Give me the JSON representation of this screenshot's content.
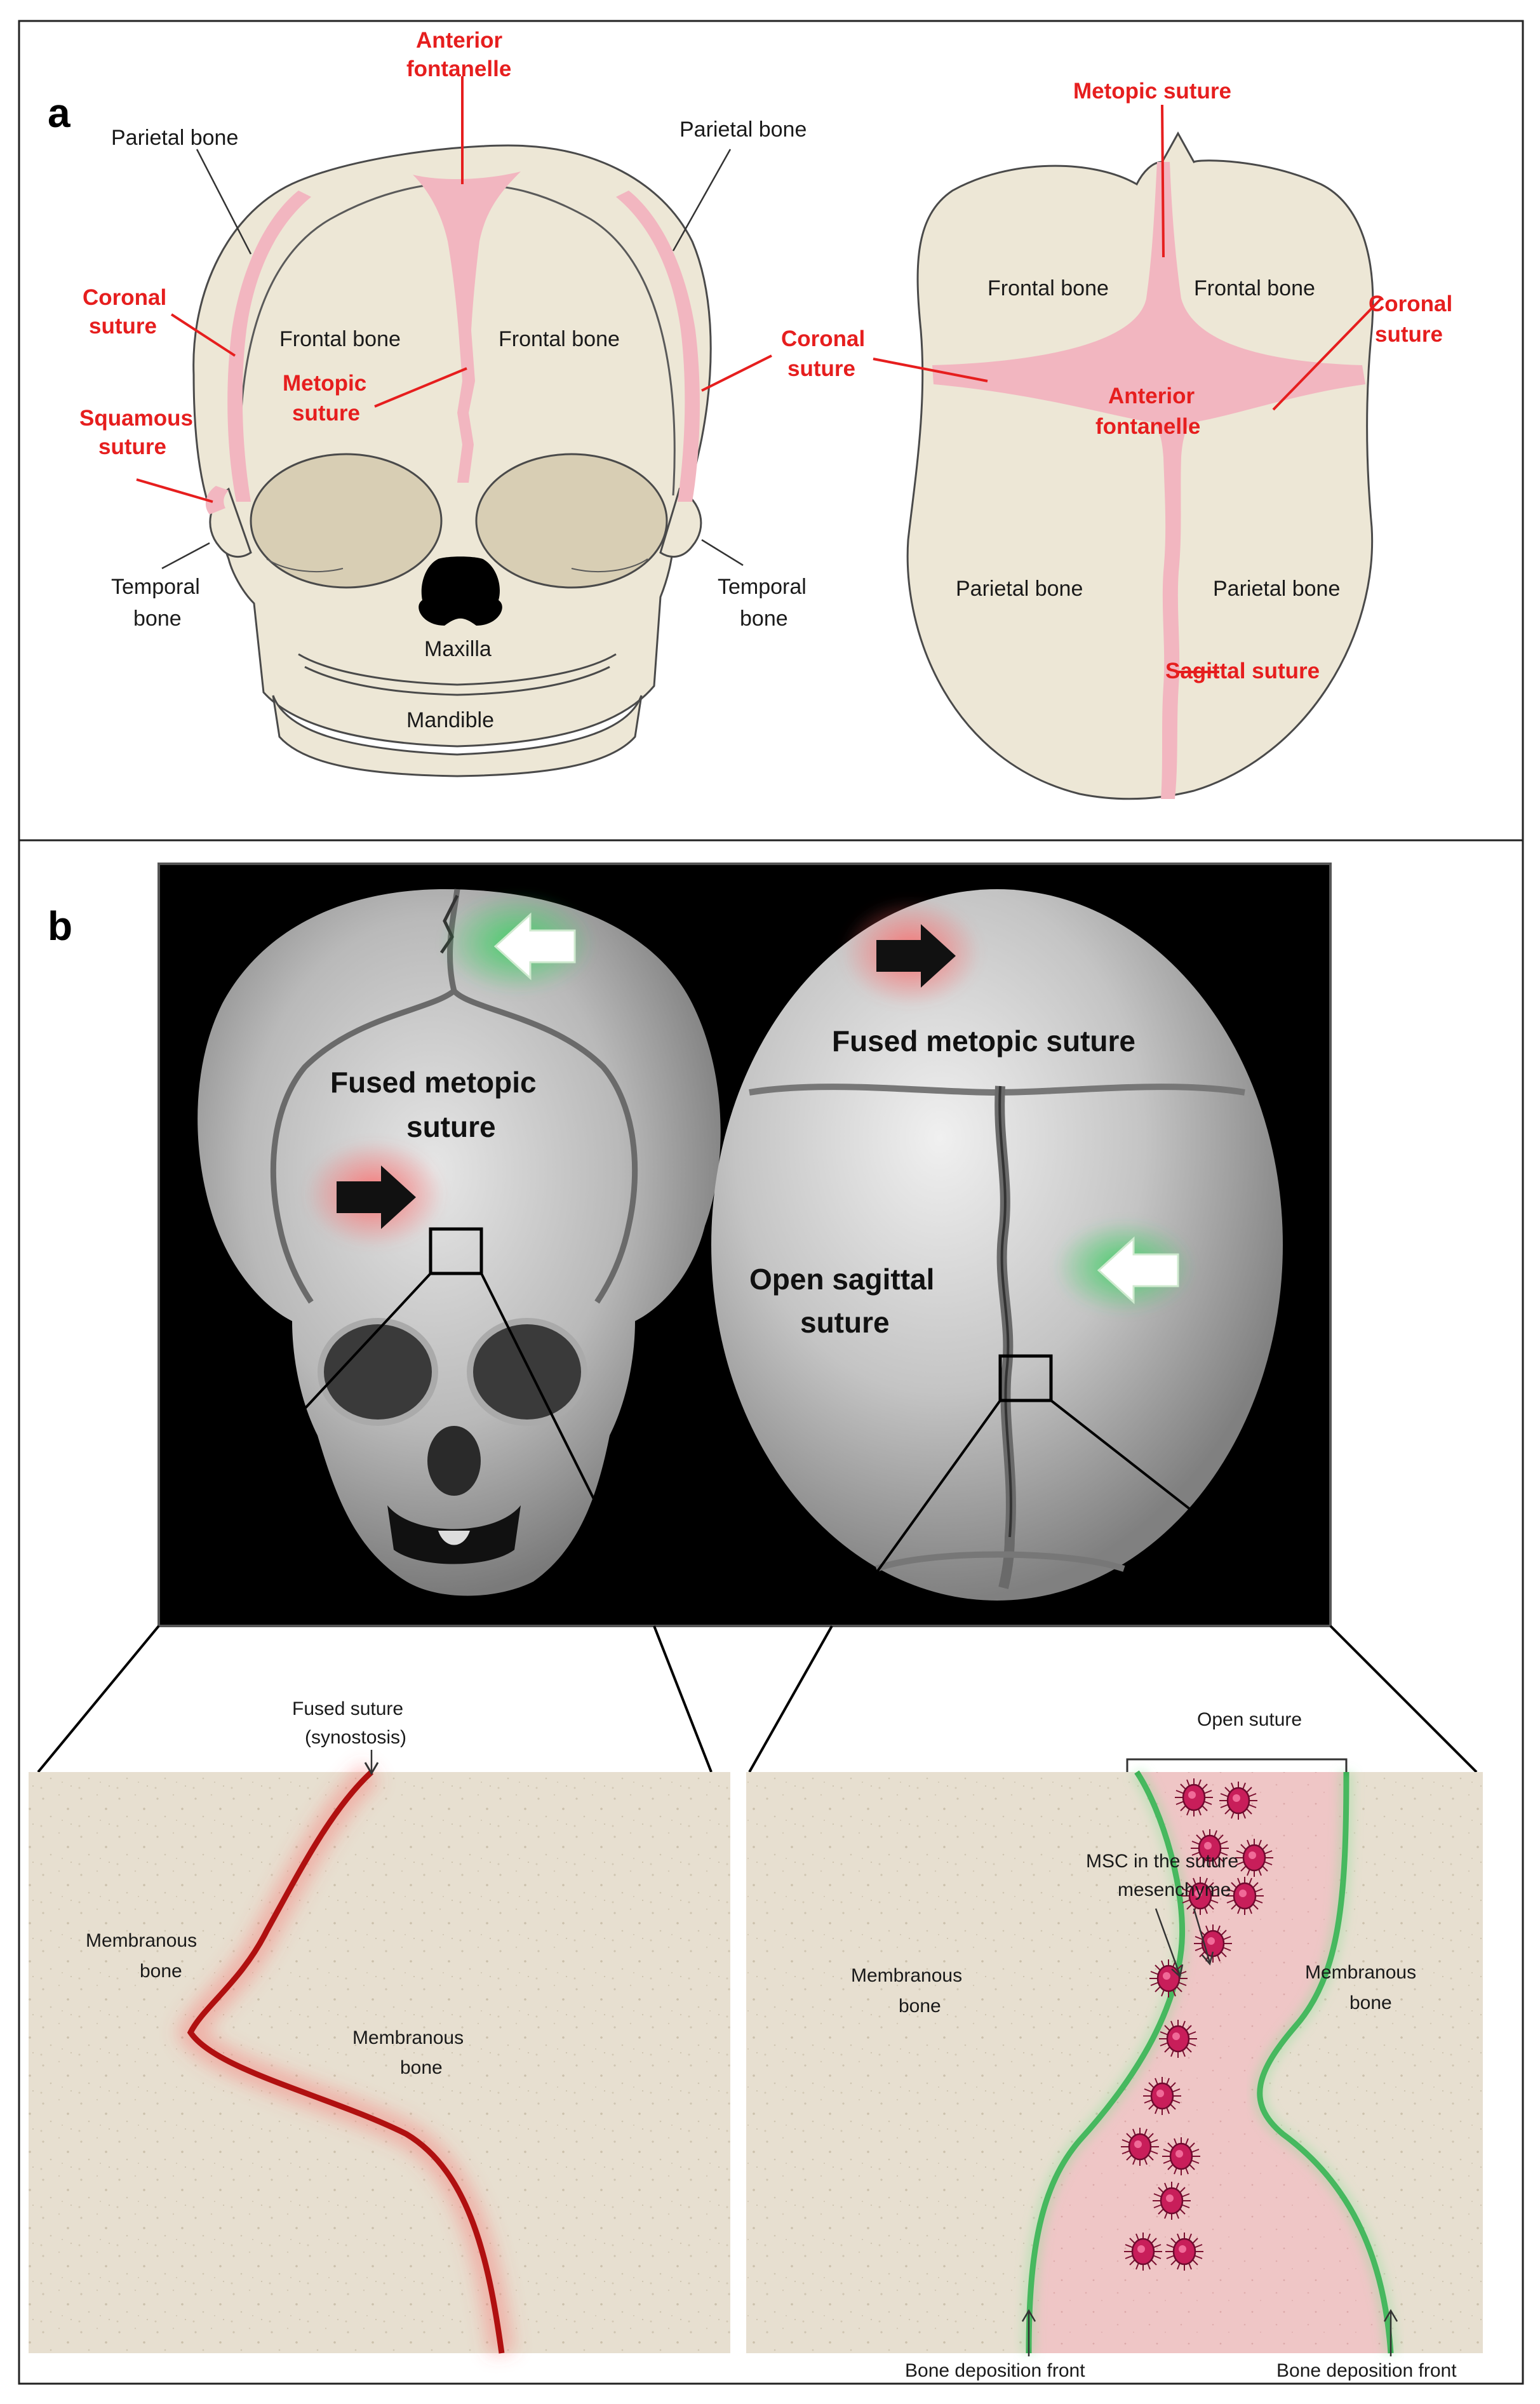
{
  "panel_a": {
    "letter": "a",
    "front_view": {
      "black_labels": {
        "parietal_left": "Parietal bone",
        "parietal_right": "Parietal bone",
        "frontal_left": "Frontal bone",
        "frontal_right": "Frontal bone",
        "temporal_left_1": "Temporal",
        "temporal_left_2": "bone",
        "temporal_right_1": "Temporal",
        "temporal_right_2": "bone",
        "maxilla": "Maxilla",
        "mandible": "Mandible"
      },
      "red_labels": {
        "anterior_fontanelle_1": "Anterior",
        "anterior_fontanelle_2": "fontanelle",
        "coronal_left_1": "Coronal",
        "coronal_left_2": "suture",
        "coronal_right_1": "Coronal",
        "coronal_right_2": "suture",
        "metopic_1": "Metopic",
        "metopic_2": "suture",
        "squamous_1": "Squamous",
        "squamous_2": "suture"
      }
    },
    "top_view": {
      "black_labels": {
        "frontal_left": "Frontal bone",
        "frontal_right": "Frontal bone",
        "parietal_left": "Parietal bone",
        "parietal_right": "Parietal bone"
      },
      "red_labels": {
        "metopic": "Metopic suture",
        "coronal_1": "Coronal",
        "coronal_2": "suture",
        "anterior_fontanelle_1": "Anterior",
        "anterior_fontanelle_2": "fontanelle",
        "sagittal": "Sagittal suture"
      }
    }
  },
  "panel_b": {
    "letter": "b",
    "ct_labels": {
      "fused_metopic_front_1": "Fused metopic",
      "fused_metopic_front_2": "suture",
      "fused_metopic_top": "Fused metopic suture",
      "open_sagittal_1": "Open sagittal",
      "open_sagittal_2": "suture"
    },
    "fused_detail": {
      "top_label_1": "Fused suture",
      "top_label_2": "(synostosis)",
      "membranous_left_1": "Membranous",
      "membranous_left_2": "bone",
      "membranous_right_1": "Membranous",
      "membranous_right_2": "bone"
    },
    "open_detail": {
      "top_label": "Open suture",
      "msc_1": "MSC in the suture",
      "msc_2": "mesenchyme",
      "membranous_left_1": "Membranous",
      "membranous_left_2": "bone",
      "membranous_right_1": "Membranous",
      "membranous_right_2": "bone",
      "deposition_left": "Bone deposition front",
      "deposition_right": "Bone deposition front"
    }
  },
  "colors": {
    "suture_pink": "#f2b6c0",
    "label_red": "#e61e1e",
    "bone_beige": "#ede7d6",
    "fused_line": "#b01010",
    "open_edge": "#2fa84a"
  }
}
